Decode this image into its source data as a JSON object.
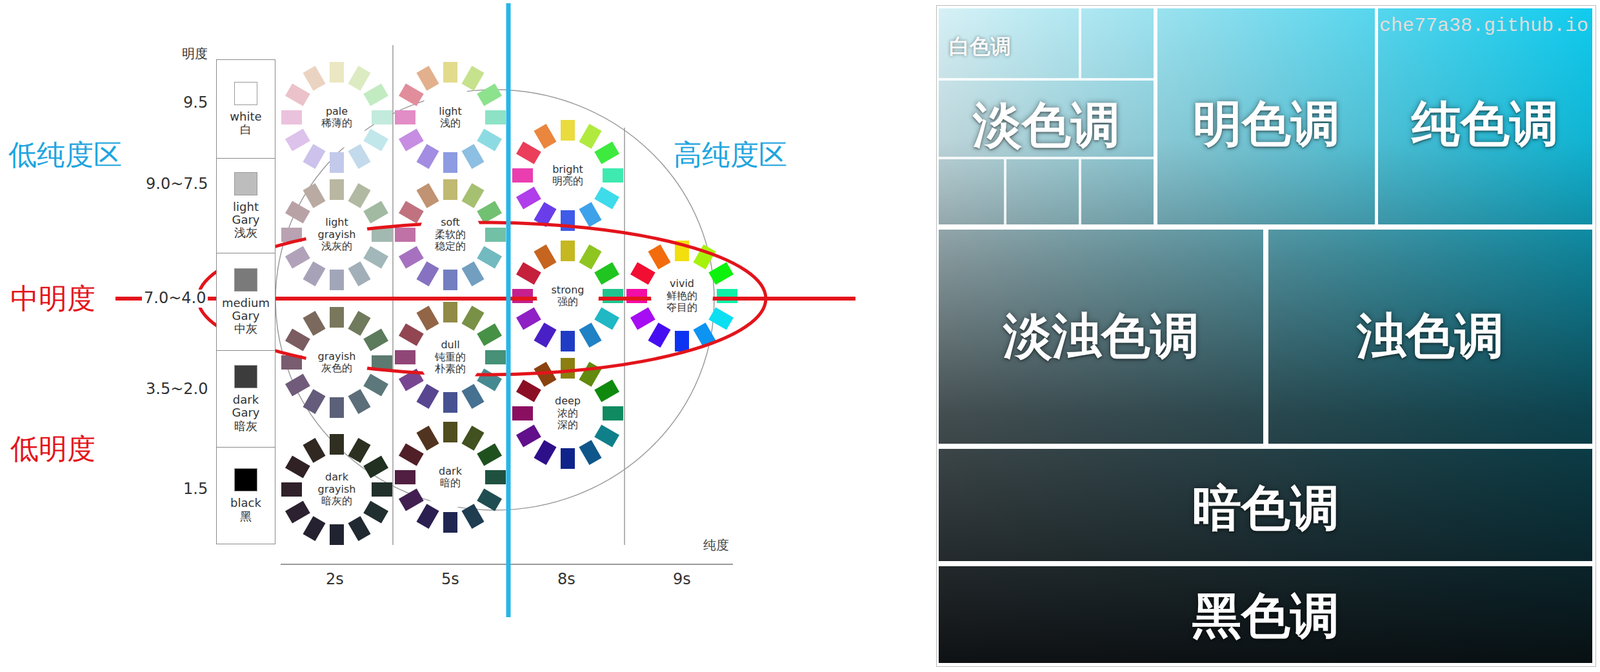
{
  "diagram": {
    "nodes": [
      {
        "text": [
          "white",
          "白"
        ]
      },
      {
        "text": [
          "light Gary",
          "浅灰"
        ]
      },
      {
        "text": [
          "medium Gary",
          "中灰"
        ]
      },
      {
        "text": [
          "dark Gary",
          "暗灰"
        ]
      },
      {
        "text": [
          "black",
          "黑"
        ]
      },
      {
        "text": [
          "pale",
          "稀薄的"
        ]
      },
      {
        "text": [
          "light",
          "浅的"
        ]
      },
      {
        "text": [
          "bright",
          "明亮的"
        ]
      },
      {
        "text": [
          "light grayish",
          "浅灰的"
        ]
      },
      {
        "text": [
          "soft",
          "柔软的 稳定的"
        ]
      },
      {
        "text": [
          "strong",
          "强的"
        ]
      },
      {
        "text": [
          "vivid",
          "鲜艳的 夺目的"
        ]
      },
      {
        "text": [
          "grayish",
          "灰色的"
        ]
      },
      {
        "text": [
          "dull",
          "钝重的 朴素的"
        ]
      },
      {
        "text": [
          "deep",
          "浓的 深的"
        ]
      },
      {
        "text": [
          "dark grayish",
          "暗灰的"
        ]
      },
      {
        "text": [
          "dark",
          "暗的"
        ]
      },
      {
        "text": [
          "淡色调"
        ]
      },
      {
        "text": [
          "白色调"
        ],
        "in": 17
      },
      {
        "text": [
          "明色调"
        ]
      },
      {
        "text": [
          "纯色调"
        ]
      },
      {
        "text": [
          "淡浊色调"
        ]
      },
      {
        "text": [
          "浊色调"
        ]
      },
      {
        "text": [
          "暗色调"
        ]
      },
      {
        "text": [
          "黑色调"
        ]
      }
    ],
    "labels": [
      "明度",
      "9.5",
      "9.0~7.5",
      "7.0~4.0",
      "3.5~2.0",
      "1.5",
      "低纯度区",
      "高纯度区",
      "中明度",
      "低明度",
      "纯度",
      "2s",
      "5s",
      "8s",
      "9s",
      "che77a38.github.io"
    ]
  }
}
